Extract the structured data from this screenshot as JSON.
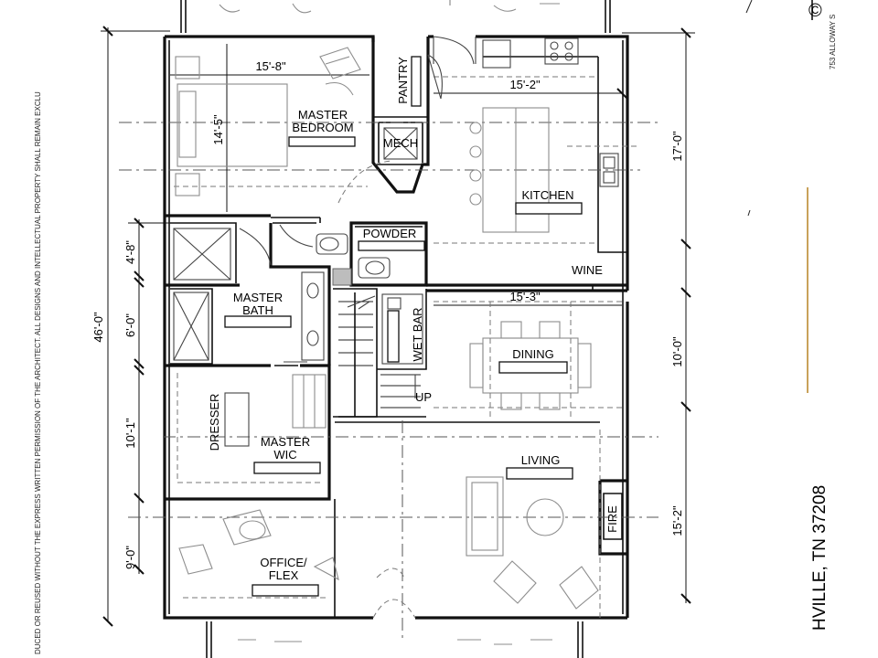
{
  "rooms": {
    "master_bedroom": [
      "MASTER",
      "BEDROOM"
    ],
    "pantry": "PANTRY",
    "mech": "MECH",
    "kitchen": "KITCHEN",
    "powder": "POWDER",
    "wine": "WINE",
    "master_bath": [
      "MASTER",
      "BATH"
    ],
    "wet_bar": "WET BAR",
    "dining": "DINING",
    "up": "UP",
    "dresser": "DRESSER",
    "master_wic": [
      "MASTER",
      "WIC"
    ],
    "living": "LIVING",
    "fire": "FIRE",
    "office_flex": [
      "OFFICE/",
      "FLEX"
    ]
  },
  "dimensions": {
    "master_bedroom_width": "15'-8\"",
    "master_bedroom_depth": "14'-5\"",
    "kitchen_width": "15'-2\"",
    "kitchen_depth": "17'-0\"",
    "dining_width": "15'-3\"",
    "dining_depth": "10'-0\"",
    "living_depth": "15'-2\"",
    "overall_depth": "46'-0\"",
    "left_seg_1": "4'-8\"",
    "left_seg_2": "6'-0\"",
    "left_seg_3": "10'-1\"",
    "left_seg_4": "9'-0\""
  },
  "border_text": {
    "left_vertical": "DUCED OR REUSED WITHOUT THE EXPRESS WRITTEN PERMISSION OF THE ARCHITECT. ALL DESIGNS AND INTELLECTUAL PROPERTY SHALL REMAIN EXCLU",
    "right_address": "753 ALLOWAY S",
    "right_city": "HVILLE, TN 37208",
    "copyright_mark": "©"
  }
}
